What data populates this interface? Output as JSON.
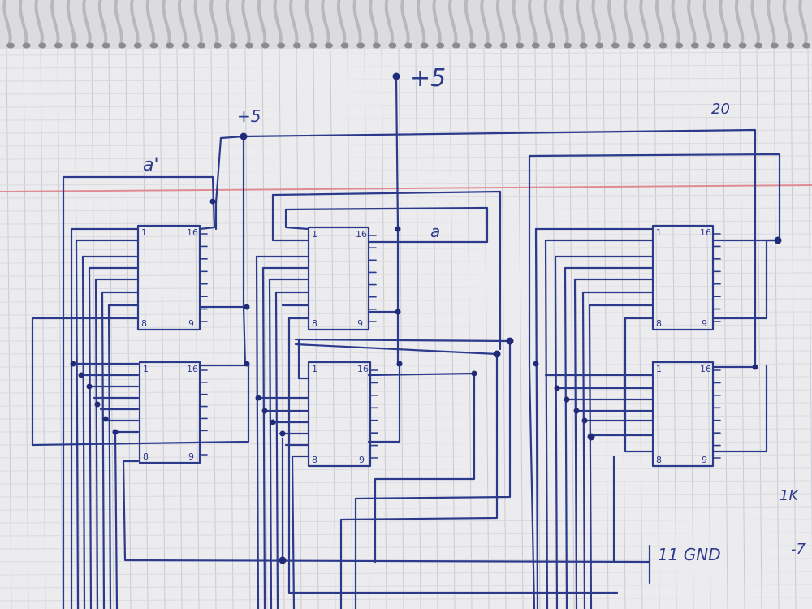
{
  "labels": {
    "vcc_top": "+5",
    "vcc_left": "+5",
    "a_prime": "a'",
    "a_mid": "a",
    "pin20": "20",
    "gnd": "11 GND",
    "right_note_1": "1K",
    "right_note_2": "-7"
  },
  "chips": [
    {
      "pin_first": "1",
      "pin_last": "16",
      "pin_bottom_left": "8",
      "pin_bottom_right": "9"
    },
    {
      "pin_first": "1",
      "pin_last": "16",
      "pin_bottom_left": "8",
      "pin_bottom_right": "9"
    },
    {
      "pin_first": "1",
      "pin_last": "16",
      "pin_bottom_left": "8",
      "pin_bottom_right": "9"
    },
    {
      "pin_first": "1",
      "pin_last": "16",
      "pin_bottom_left": "8",
      "pin_bottom_right": "9"
    },
    {
      "pin_first": "1",
      "pin_last": "16",
      "pin_bottom_left": "8",
      "pin_bottom_right": "9"
    },
    {
      "pin_first": "1",
      "pin_last": "16",
      "pin_bottom_left": "8",
      "pin_bottom_right": "9"
    }
  ],
  "colors": {
    "paper": "#ececef",
    "ink": "#2c3a8c",
    "margin_line": "#e08a94",
    "spiral": "#b9b9bd"
  }
}
